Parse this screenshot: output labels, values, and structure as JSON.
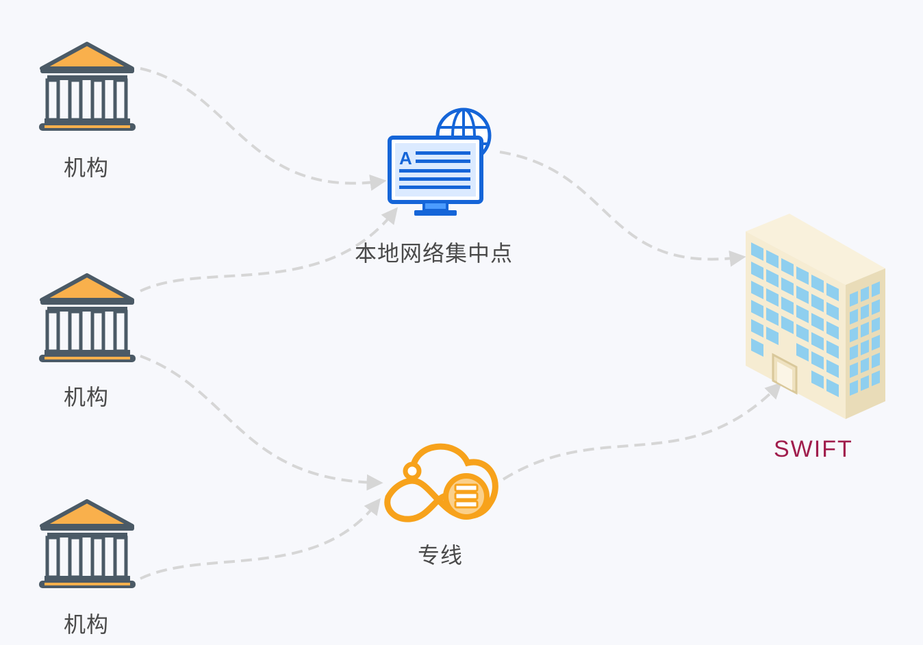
{
  "nodes": {
    "institution_1": {
      "label": "机构",
      "icon": "bank-icon"
    },
    "institution_2": {
      "label": "机构",
      "icon": "bank-icon"
    },
    "institution_3": {
      "label": "机构",
      "icon": "bank-icon"
    },
    "local_hub": {
      "label": "本地网络集中点",
      "icon": "monitor-globe-icon"
    },
    "leased_line": {
      "label": "专线",
      "icon": "cloud-server-icon"
    },
    "swift": {
      "label": "SWIFT",
      "icon": "office-building-icon"
    }
  },
  "edges": [
    {
      "from": "institution_1",
      "to": "local_hub"
    },
    {
      "from": "institution_2",
      "to": "local_hub"
    },
    {
      "from": "institution_2",
      "to": "leased_line"
    },
    {
      "from": "institution_3",
      "to": "leased_line"
    },
    {
      "from": "local_hub",
      "to": "swift"
    },
    {
      "from": "leased_line",
      "to": "swift"
    }
  ],
  "colors": {
    "background": "#f7f8fc",
    "bank_body": "#4b5a66",
    "bank_accent": "#f9b04c",
    "monitor": "#1565d8",
    "cloud": "#f7a21b",
    "building_wall": "#f6ecd2",
    "building_window": "#8fcfef",
    "swift_label": "#a01d4c",
    "connector": "#d6d6d6",
    "label_text": "#4a4a4a"
  }
}
